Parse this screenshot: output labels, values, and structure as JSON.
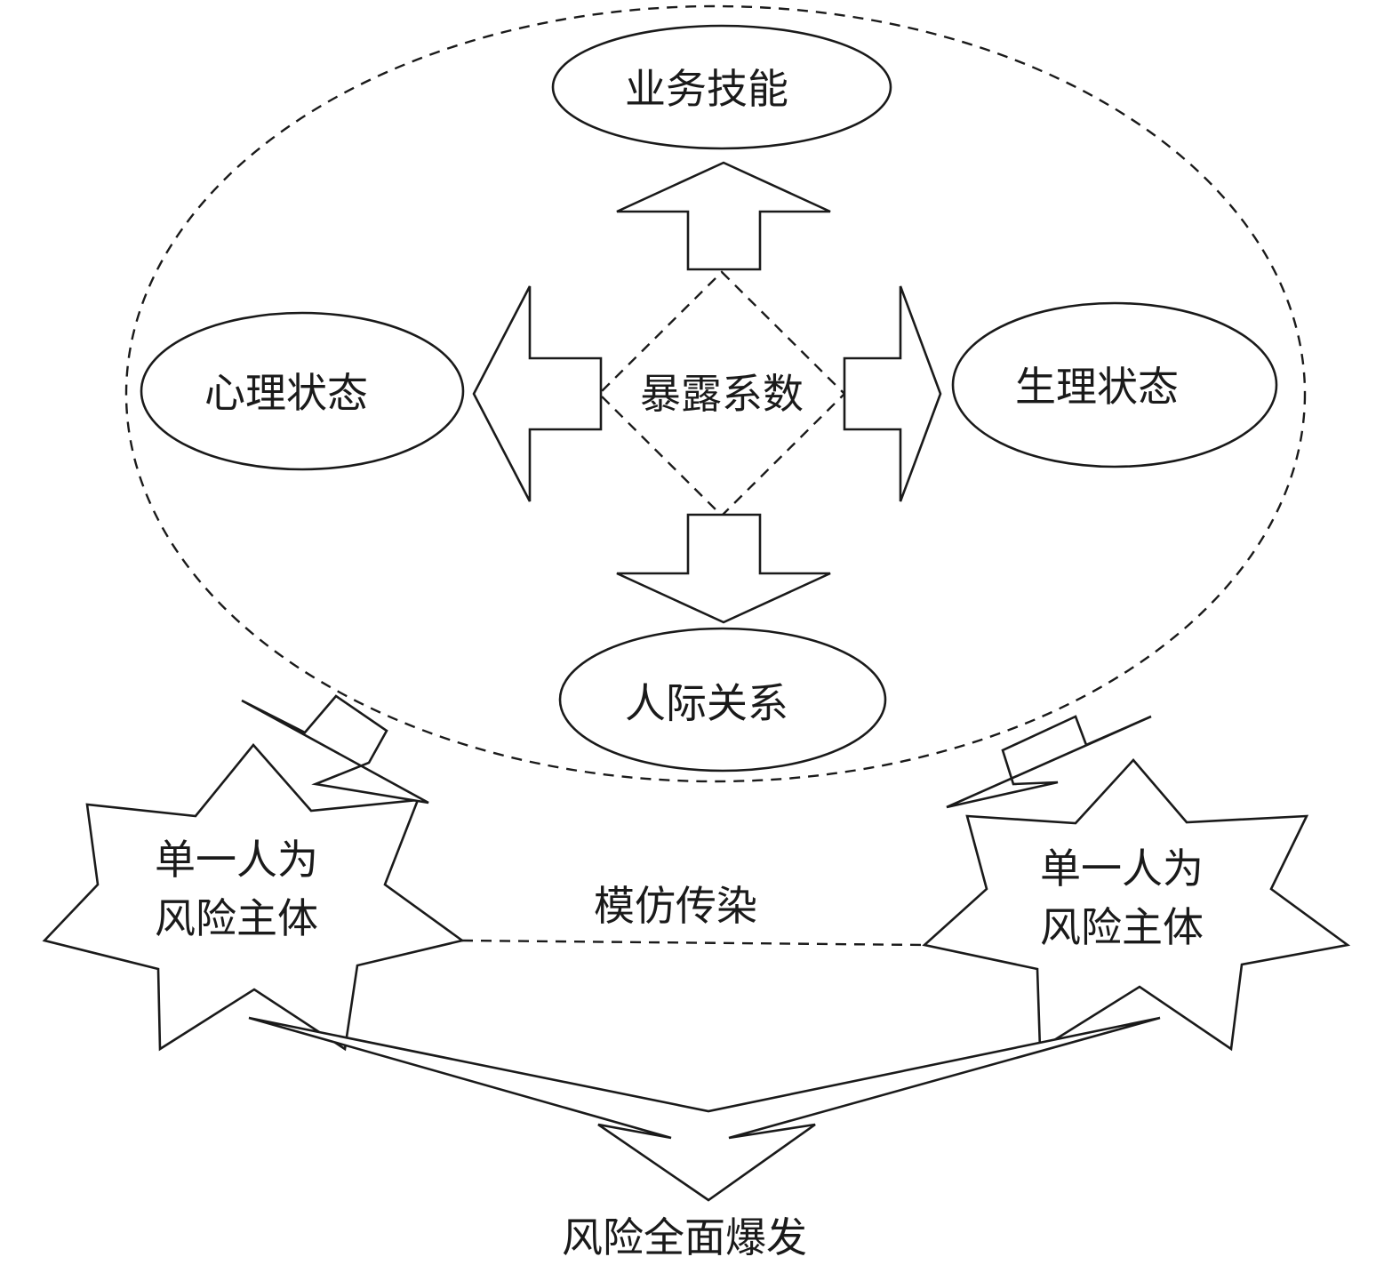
{
  "factors": {
    "top": "业务技能",
    "left": "心理状态",
    "right": "生理状态",
    "bottom": "人际关系"
  },
  "center": "暴露系数",
  "subjects": {
    "left": {
      "line1": "单一人为",
      "line2": "风险主体"
    },
    "right": {
      "line1": "单一人为",
      "line2": "风险主体"
    }
  },
  "link": "模仿传染",
  "outcome": "风险全面爆发"
}
